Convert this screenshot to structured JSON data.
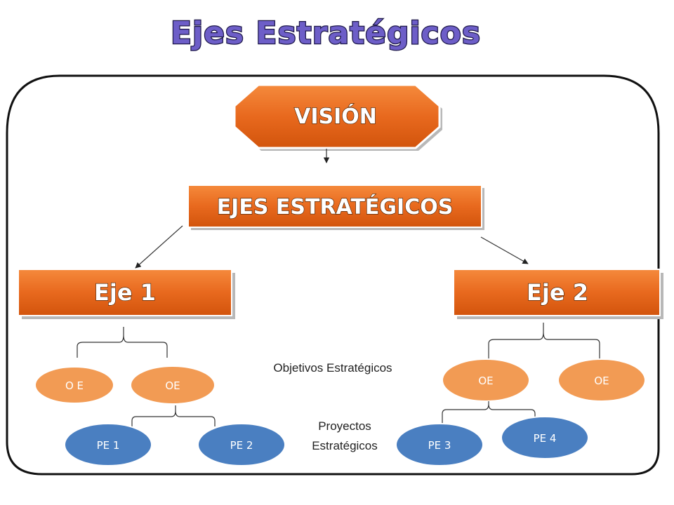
{
  "title": "Ejes Estratégicos",
  "vision": "VISIÓN",
  "ejes_header": "EJES ESTRATÉGICOS",
  "eje1": "Eje 1",
  "eje2": "Eje 2",
  "objetivos_label": "Objetivos Estratégicos",
  "proyectos_label_line1": "Proyectos",
  "proyectos_label_line2": "Estratégicos",
  "eje1_objectives": [
    "O E",
    "OE"
  ],
  "eje2_objectives": [
    "OE",
    "OE"
  ],
  "eje1_projects": [
    "PE 1",
    "PE 2"
  ],
  "eje2_projects": [
    "PE 3",
    "PE 4"
  ],
  "colors": {
    "orange": "#e8691e",
    "orange_light": "#f29b54",
    "blue": "#4a7fc1",
    "title_fill": "#6d5ec8"
  }
}
